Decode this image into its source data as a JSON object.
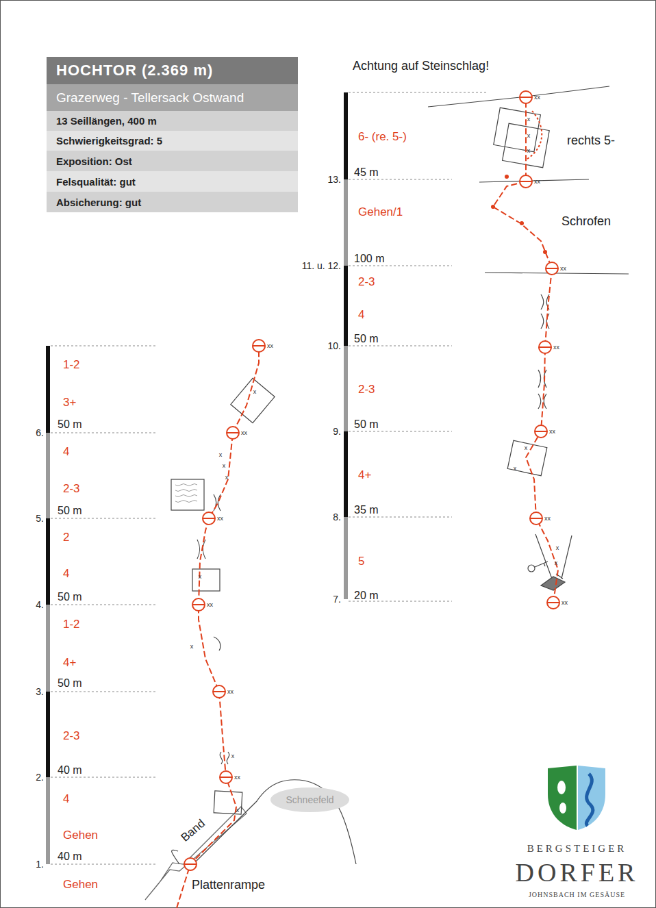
{
  "diagram": {
    "title": "HOCHTOR (2.369 m)",
    "nodes": [
      {
        "text": [
          "Grazerweg - Tellersack Ostwand"
        ]
      },
      {
        "text": [
          "13 Seillängen, 400 m"
        ]
      },
      {
        "text": [
          "Schwierigkeitsgrad: 5"
        ]
      },
      {
        "text": [
          "Exposition: Ost"
        ]
      },
      {
        "text": [
          "Felsqualität: gut"
        ]
      },
      {
        "text": [
          "Absicherung: gut"
        ]
      },
      {
        "text": [
          "Schneefeld"
        ]
      }
    ],
    "labels": [
      "1-2",
      "3+",
      "6.",
      "50 m",
      "4",
      "2-3",
      "5.",
      "50 m",
      "2",
      "4",
      "4.",
      "50 m",
      "1-2",
      "4+",
      "3.",
      "50 m",
      "2-3",
      "2.",
      "40 m",
      "4",
      "Gehen",
      "1.",
      "40 m",
      "Gehen",
      "Band",
      "Plattenrampe",
      "Achtung auf Steinschlag!",
      "6- (re. 5-)",
      "rechts 5-",
      "13.",
      "45 m",
      "Gehen/1",
      "Schrofen",
      "11. u. 12.",
      "100 m",
      "2-3",
      "4",
      "10.",
      "50 m",
      "2-3",
      "9.",
      "50 m",
      "4+",
      "8.",
      "35 m",
      "5",
      "7.",
      "20 m",
      "BERGSTEIGER",
      "DORFER",
      "JOHNSBACH IM GESÄUSE",
      "xx",
      "xx",
      "xx",
      "xx",
      "xx",
      "xx",
      "xx",
      "xx",
      "xx",
      "xx",
      "xx",
      "xx",
      "xx",
      "x",
      "x",
      "x",
      "x",
      "x",
      "x",
      "x",
      "x",
      "x",
      "x",
      "x",
      "x",
      "x",
      "x",
      "x"
    ]
  }
}
